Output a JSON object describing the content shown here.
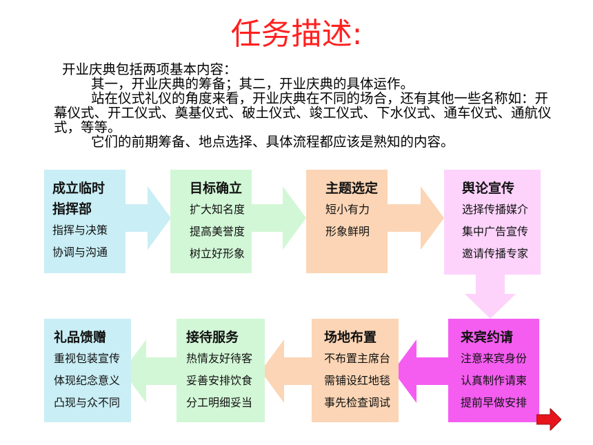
{
  "title": "任务描述:",
  "intro": {
    "p1": "开业庆典包括两项基本内容：",
    "p2": "其一，开业庆典的筹备；其二，开业庆典的具体运作。",
    "p3": "站在仪式礼仪的角度来看，开业庆典在不同的场合，还有其他一些名称如：开幕仪式、开工仪式、奠基仪式、破土仪式、竣工仪式、下水仪式、通车仪式、通航仪式，等等。",
    "p4": "它们的前期筹备、地点选择、具体流程都应该是熟知的内容。"
  },
  "colors": {
    "title": "#ff2020",
    "cyan": "#c9eef5",
    "green": "#d2f7d6",
    "peach": "#fbd5b5",
    "lightPink": "#fdd3fb",
    "magenta": "#f45df0",
    "nextArrow": "#e8141b"
  },
  "steps": [
    {
      "head1": "成立临时",
      "head2": "指挥部",
      "lines": [
        "指挥与决策",
        "协调与沟通"
      ]
    },
    {
      "head1": "目标确立",
      "lines": [
        "扩大知名度",
        "提高美誉度",
        "树立好形象"
      ]
    },
    {
      "head1": "主题选定",
      "lines": [
        "短小有力",
        "形象鲜明"
      ]
    },
    {
      "head1": "舆论宣传",
      "lines": [
        "选择传播媒介",
        "集中广告宣传",
        "邀请传播专家"
      ]
    },
    {
      "head1": "来宾约请",
      "lines": [
        "注意来宾身份",
        "认真制作请柬",
        "提前早做安排"
      ]
    },
    {
      "head1": "场地布置",
      "lines": [
        "不布置主席台",
        "需铺设红地毯",
        "事先检查调试"
      ]
    },
    {
      "head1": "接待服务",
      "lines": [
        "热情友好待客",
        "妥善安排饮食",
        "分工明细妥当"
      ]
    },
    {
      "head1": "礼品馈赠",
      "lines": [
        "重视包装宣传",
        "体现纪念意义",
        "凸现与众不同"
      ]
    }
  ],
  "next_icon": "right-arrow-icon"
}
